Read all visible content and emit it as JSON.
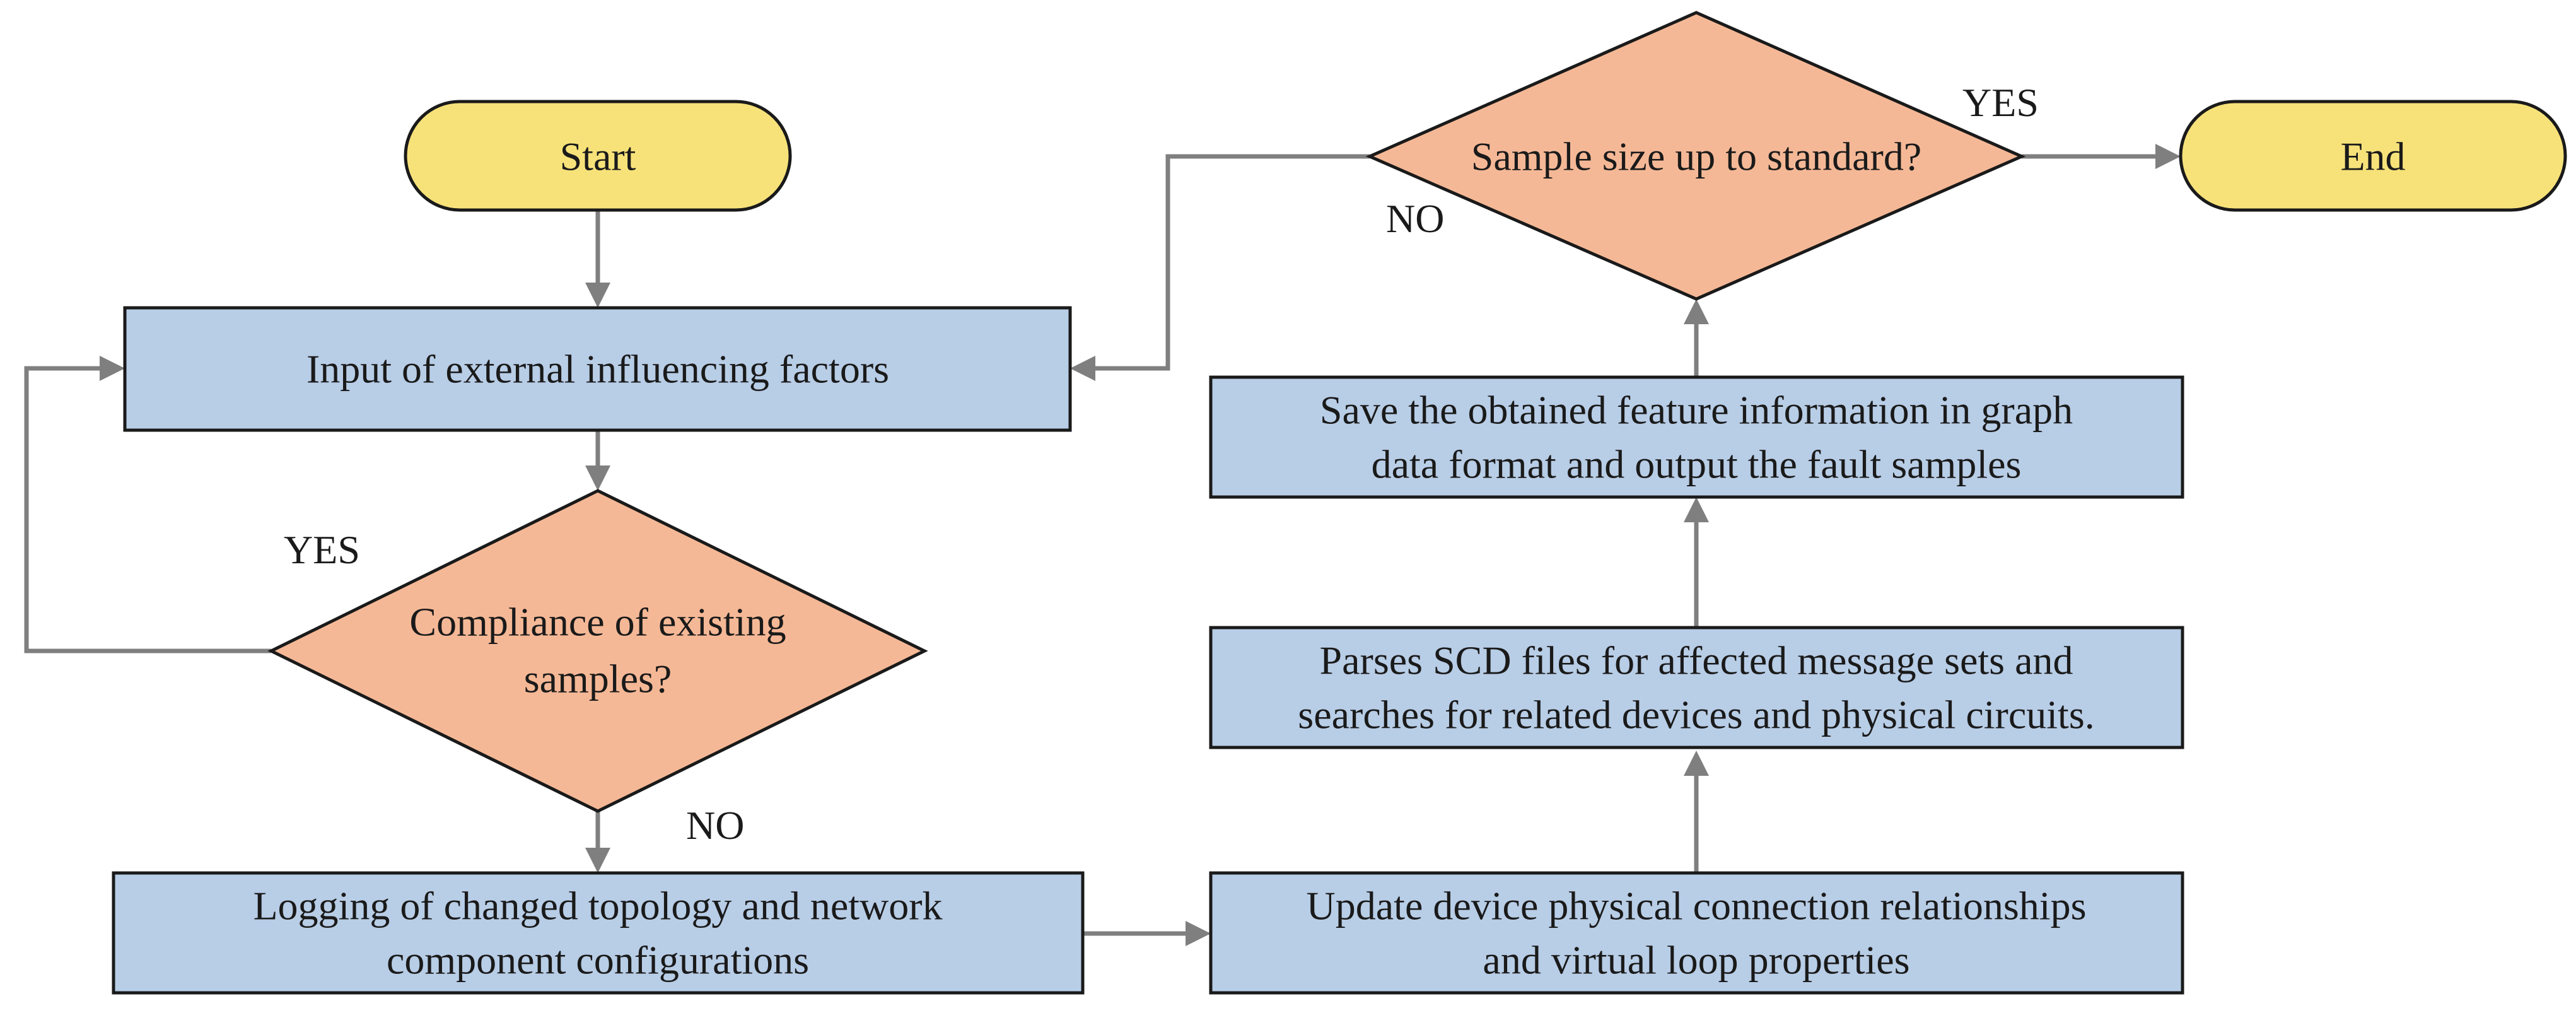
{
  "colors": {
    "terminal_fill": "#f7e27a",
    "process_fill": "#b8cde6",
    "decision_fill": "#f5b896",
    "outline": "#1a1a1a",
    "connector": "#7f7f7f"
  },
  "nodes": {
    "start": "Start",
    "end": "End",
    "input": "Input of external influencing factors",
    "compliance": [
      "Compliance of existing",
      "samples?"
    ],
    "logging": [
      "Logging of changed topology and network",
      "component configurations"
    ],
    "update": [
      "Update device physical connection relationships",
      "and virtual loop properties"
    ],
    "parse": [
      "Parses SCD files for affected message sets and",
      "searches for related devices and physical circuits."
    ],
    "save": [
      "Save the obtained feature information in graph",
      "data format and output the fault samples"
    ],
    "sample_size": "Sample size up to standard?"
  },
  "branch_labels": {
    "compliance_yes": "YES",
    "compliance_no": "NO",
    "sample_yes": "YES",
    "sample_no": "NO"
  }
}
